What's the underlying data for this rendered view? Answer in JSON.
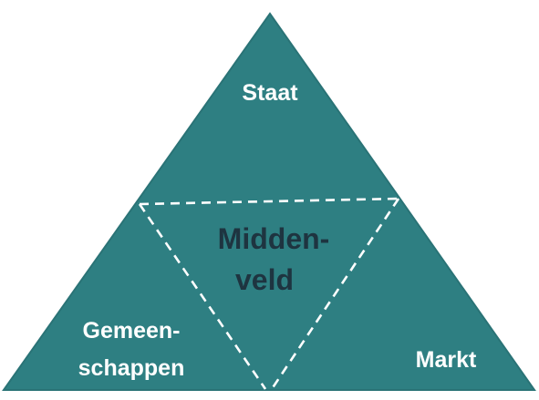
{
  "diagram": {
    "colors": {
      "fill": "#2E7F82",
      "outline": "#2A7376",
      "outer_label": "#FFFFFF",
      "center_label": "#1E3440",
      "dashes": "#FFFFFF"
    },
    "regions": {
      "top": {
        "label": "Staat"
      },
      "center": {
        "line1": "Midden-",
        "line2": "veld"
      },
      "bottom_left": {
        "line1": "Gemeen-",
        "line2": "schappen"
      },
      "bottom_right": {
        "label": "Markt"
      }
    }
  }
}
